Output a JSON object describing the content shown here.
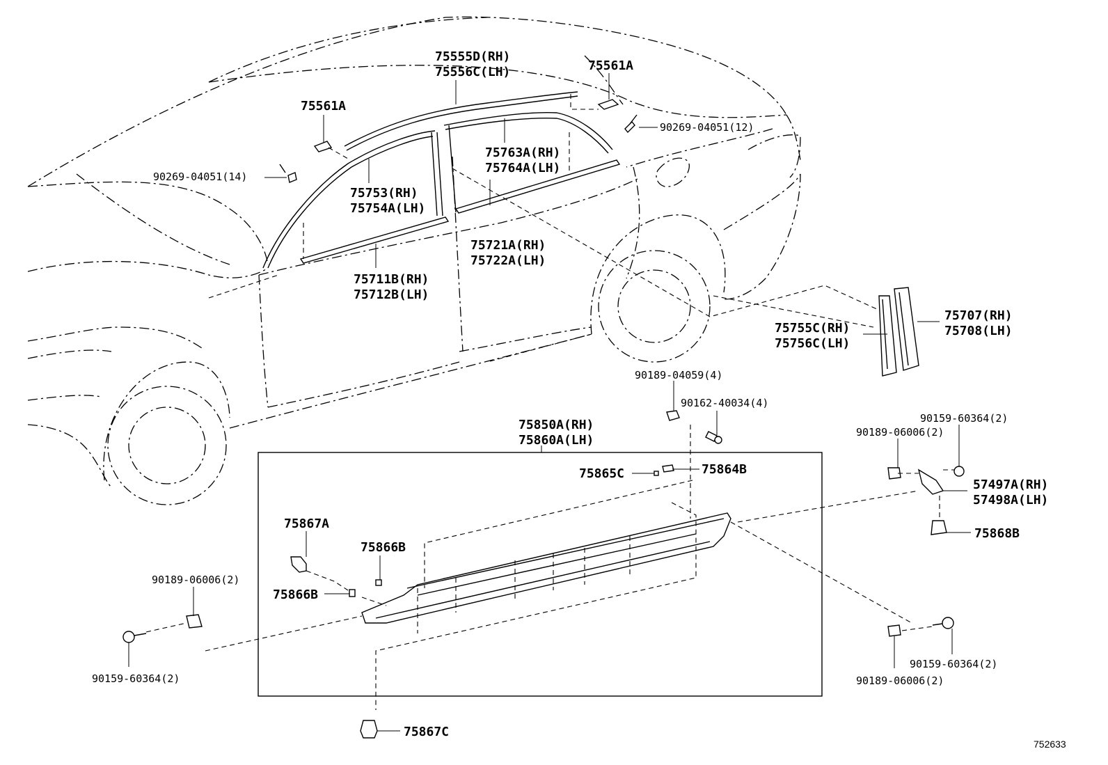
{
  "diagram_id": "752633",
  "labels": {
    "l75555d": "75555D(RH)",
    "l75556c": "75556C(LH)",
    "l75561a_top": "75561A",
    "l75561a_left": "75561A",
    "l90269_12": "90269-04051(12)",
    "l90269_14": "90269-04051(14)",
    "l75763a": "75763A(RH)",
    "l75764a": "75764A(LH)",
    "l75753": "75753(RH)",
    "l75754a": "75754A(LH)",
    "l75721a": "75721A(RH)",
    "l75722a": "75722A(LH)",
    "l75711b": "75711B(RH)",
    "l75712b": "75712B(LH)",
    "l75755c": "75755C(RH)",
    "l75756c": "75756C(LH)",
    "l75707": "75707(RH)",
    "l75708": "75708(LH)",
    "l90189_04059": "90189-04059(4)",
    "l90162": "90162-40034(4)",
    "l75850a": "75850A(RH)",
    "l75860a": "75860A(LH)",
    "l75865c": "75865C",
    "l75864b": "75864B",
    "l90159_tr": "90159-60364(2)",
    "l90189_tr": "90189-06006(2)",
    "l57497a": "57497A(RH)",
    "l57498a": "57498A(LH)",
    "l75868b": "75868B",
    "l75867a": "75867A",
    "l75866b_top": "75866B",
    "l75866b_left": "75866B",
    "l90189_left": "90189-06006(2)",
    "l90159_left": "90159-60364(2)",
    "l90159_br": "90159-60364(2)",
    "l90189_br": "90189-06006(2)",
    "l75867c": "75867C"
  }
}
